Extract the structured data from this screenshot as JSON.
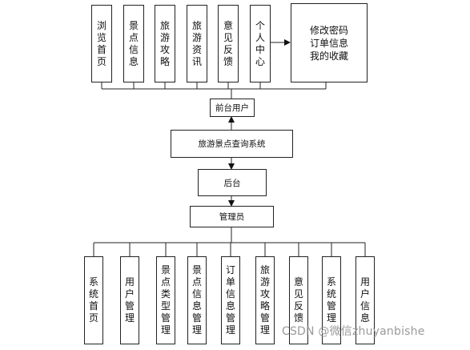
{
  "top_modules": [
    "浏览首页",
    "景点信息",
    "旅游攻略",
    "旅游资讯",
    "意见反馈",
    "个人中心"
  ],
  "personal_center_items": [
    "修改密码",
    "订单信息",
    "我的收藏"
  ],
  "front_user": "前台用户",
  "system_name": "旅游景点查询系统",
  "backend": "后台",
  "admin": "管理员",
  "bottom_modules": [
    "系统首页",
    "用户管理",
    "景点类型管理",
    "景点信息管理",
    "订单信息管理",
    "旅游攻略管理",
    "意见反馈",
    "系统管理",
    "用户信息"
  ],
  "watermark": "CSDN @微信zhuyanbishe"
}
